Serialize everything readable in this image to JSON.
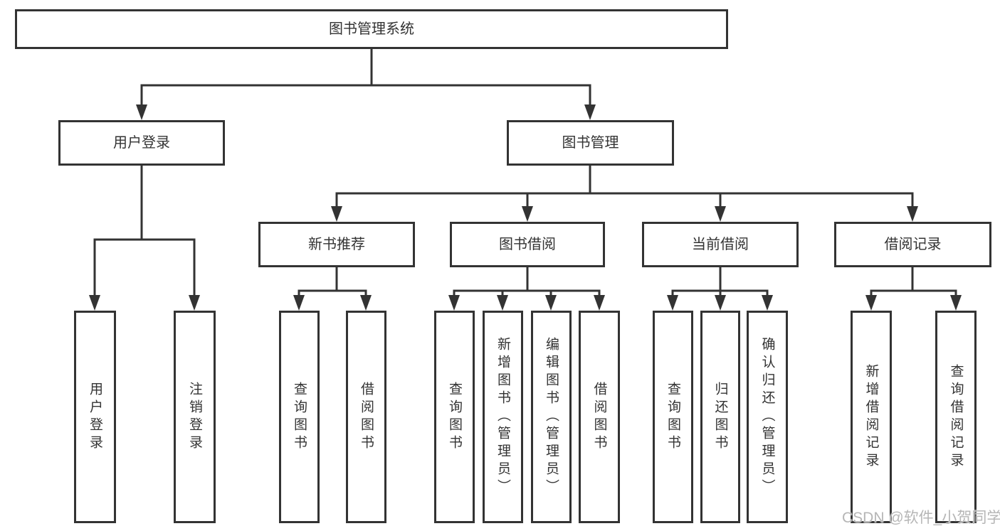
{
  "diagram": {
    "title": "图书管理系统",
    "level2": [
      "用户登录",
      "图书管理"
    ],
    "level3": [
      "新书推荐",
      "图书借阅",
      "当前借阅",
      "借阅记录"
    ],
    "leaves": [
      "用户登录",
      "注销登录",
      "查询图书",
      "借阅图书",
      "查询图书",
      "新增图书（管理员）",
      "编辑图书（管理员）",
      "借阅图书",
      "查询图书",
      "归还图书",
      "确认归还（管理员）",
      "新增借阅记录",
      "查询借阅记录"
    ],
    "watermark": "CSDN @软件_小贺同学",
    "colors": {
      "line": "#333333",
      "box_border": "#333333",
      "box_fill": "#ffffff",
      "text": "#333333",
      "watermark": "#b6b6b6"
    }
  }
}
